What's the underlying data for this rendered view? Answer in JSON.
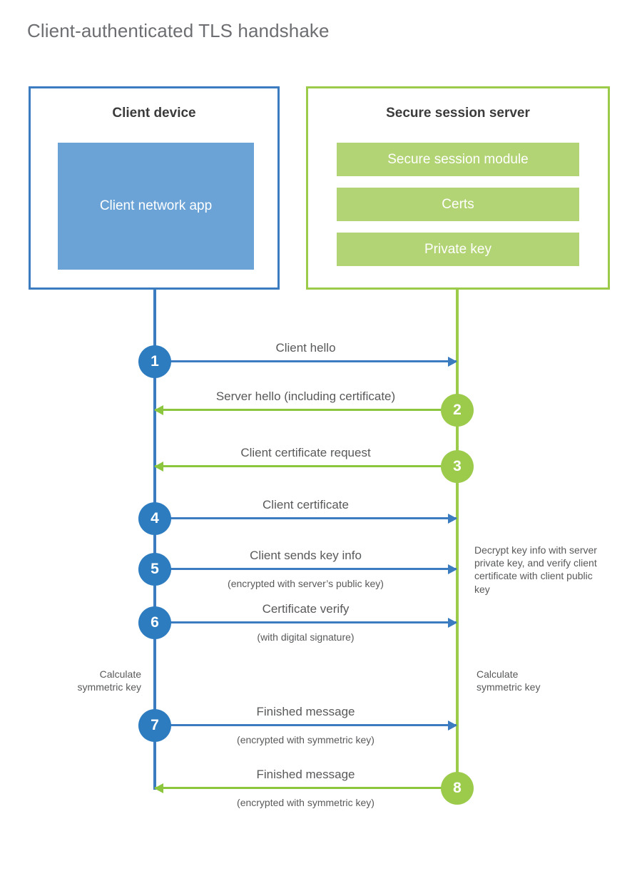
{
  "title": "Client-authenticated TLS handshake",
  "colors": {
    "client_accent": "#3b7cc0",
    "client_fill": "#6ba3d6",
    "server_accent": "#9ccb4c",
    "server_fill": "#b2d474",
    "arrow_blue": "#3b7cc0",
    "arrow_green": "#8cc63f",
    "text": "#58595b",
    "title_text": "#6d6e71"
  },
  "client": {
    "title": "Client device",
    "app_label": "Client network app"
  },
  "server": {
    "title": "Secure session server",
    "components": [
      "Secure session module",
      "Certs",
      "Private key"
    ]
  },
  "notes": {
    "client_calculate": "Calculate\nsymmetric key",
    "server_calculate": "Calculate\nsymmetric key",
    "server_decrypt": "Decrypt key info with server private key, and verify client certificate with client public key"
  },
  "steps": [
    {
      "number": "1",
      "direction": "client-to-server",
      "label": "Client hello",
      "sublabel": ""
    },
    {
      "number": "2",
      "direction": "server-to-client",
      "label": "Server hello (including certificate)",
      "sublabel": ""
    },
    {
      "number": "3",
      "direction": "server-to-client",
      "label": "Client certificate request",
      "sublabel": ""
    },
    {
      "number": "4",
      "direction": "client-to-server",
      "label": "Client certificate",
      "sublabel": ""
    },
    {
      "number": "5",
      "direction": "client-to-server",
      "label": "Client sends key info",
      "sublabel": "(encrypted with server’s public key)"
    },
    {
      "number": "6",
      "direction": "client-to-server",
      "label": "Certificate verify",
      "sublabel": "(with digital signature)"
    },
    {
      "number": "7",
      "direction": "client-to-server",
      "label": "Finished message",
      "sublabel": "(encrypted with symmetric key)"
    },
    {
      "number": "8",
      "direction": "server-to-client",
      "label": "Finished message",
      "sublabel": "(encrypted with symmetric key)"
    }
  ]
}
